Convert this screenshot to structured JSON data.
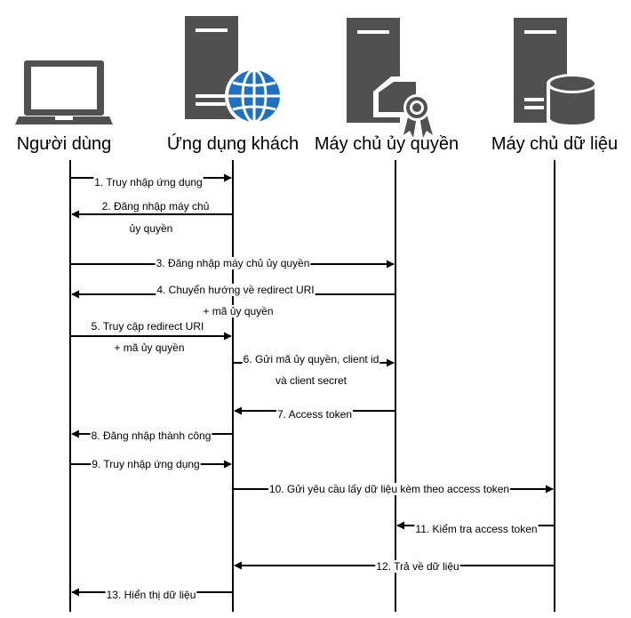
{
  "actors": [
    {
      "id": "user",
      "label": "Người dùng",
      "icon": "laptop-icon"
    },
    {
      "id": "client",
      "label": "Ứng dụng khách",
      "icon": "server-globe-icon"
    },
    {
      "id": "auth",
      "label": "Máy chủ ủy quyền",
      "icon": "server-certificate-icon"
    },
    {
      "id": "resource",
      "label": "Máy chủ dữ liệu",
      "icon": "server-database-icon"
    }
  ],
  "messages": [
    {
      "from": "user",
      "to": "client",
      "lines": [
        "1. Truy nhập ứng dụng"
      ]
    },
    {
      "from": "client",
      "to": "user",
      "lines": [
        "2. Đăng nhập máy chủ",
        "ủy quyền"
      ]
    },
    {
      "from": "user",
      "to": "auth",
      "lines": [
        "3. Đăng nhập máy chủ ủy quyền"
      ]
    },
    {
      "from": "auth",
      "to": "user",
      "lines": [
        "4. Chuyển hướng về redirect URI",
        "+ mã ủy quyền"
      ]
    },
    {
      "from": "user",
      "to": "client",
      "lines": [
        "5. Truy cập redirect URI",
        "+ mã ủy quyền"
      ]
    },
    {
      "from": "client",
      "to": "auth",
      "lines": [
        "6. Gửi mã ủy quyền, client id",
        "và client secret"
      ]
    },
    {
      "from": "auth",
      "to": "client",
      "lines": [
        "7. Access token"
      ]
    },
    {
      "from": "client",
      "to": "user",
      "lines": [
        "8. Đăng nhập thành công"
      ]
    },
    {
      "from": "user",
      "to": "client",
      "lines": [
        "9. Truy nhập ứng dụng"
      ]
    },
    {
      "from": "client",
      "to": "resource",
      "lines": [
        "10. Gửi yêu cầu lấy dữ liệu kèm theo access token"
      ]
    },
    {
      "from": "resource",
      "to": "auth",
      "lines": [
        "11. Kiểm tra access token"
      ]
    },
    {
      "from": "resource",
      "to": "client",
      "lines": [
        "12. Trả về dữ liệu"
      ]
    },
    {
      "from": "client",
      "to": "user",
      "lines": [
        "13. Hiển thị dữ liệu"
      ]
    }
  ],
  "colors": {
    "icon_gray": "#505050",
    "globe_blue": "#1f6fc2",
    "line": "#000000",
    "background": "#ffffff"
  }
}
